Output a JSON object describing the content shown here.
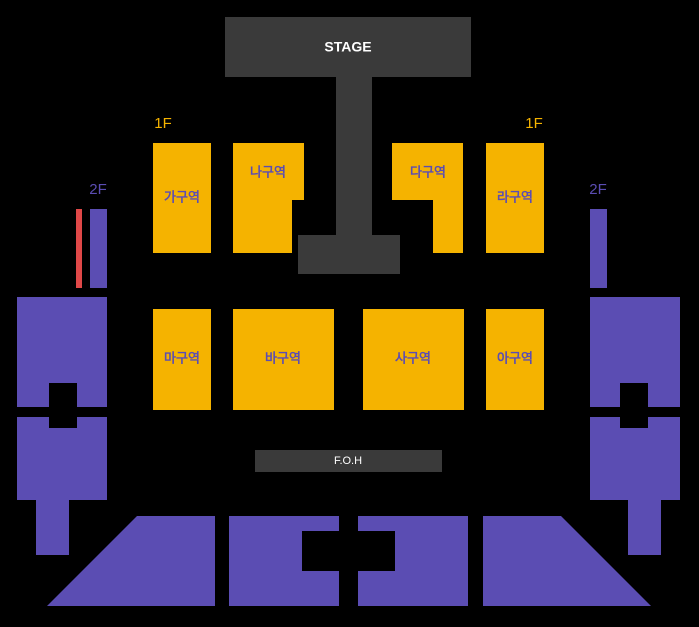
{
  "stage": {
    "label": "STAGE"
  },
  "foh": {
    "label": "F.O.H"
  },
  "floors": {
    "first_left": "1F",
    "first_right": "1F",
    "second_left": "2F",
    "second_right": "2F"
  },
  "zones": [
    {
      "name": "가구역"
    },
    {
      "name": "나구역"
    },
    {
      "name": "다구역"
    },
    {
      "name": "라구역"
    },
    {
      "name": "마구역"
    },
    {
      "name": "바구역"
    },
    {
      "name": "사구역"
    },
    {
      "name": "아구역"
    }
  ],
  "colors": {
    "background": "#000000",
    "stage": "#3a3a3a",
    "floor1_seat": "#f5b300",
    "floor2_seat": "#5b4db3",
    "accent_red": "#e04848",
    "foh": "#3a3a3a"
  }
}
